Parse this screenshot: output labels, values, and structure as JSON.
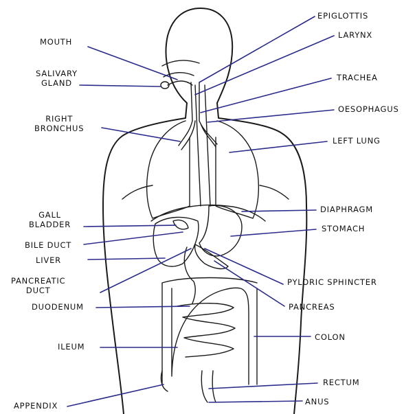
{
  "colors": {
    "ink": "#1a1a1a",
    "leader": "#2b2b8c",
    "background": "#ffffff"
  },
  "labels": {
    "epiglottis": "EPIGLOTTIS",
    "larynx": "LARYNX",
    "mouth": "MOUTH",
    "salivary_gland": "SALIVARY\nGLAND",
    "trachea": "TRACHEA",
    "oesophagus": "OESOPHAGUS",
    "right_bronchus": "RIGHT\nBRONCHUS",
    "left_lung": "LEFT LUNG",
    "gall_bladder": "GALL\nBLADDER",
    "diaphragm": "DIAPHRAGM",
    "stomach": "STOMACH",
    "bile_duct": "BILE DUCT",
    "liver": "LIVER",
    "pyloric_sphincter": "PYLORIC SPHINCTER",
    "pancreatic_duct": "PANCREATIC\nDUCT",
    "pancreas": "PANCREAS",
    "duodenum": "DUODENUM",
    "colon": "COLON",
    "ileum": "ILEUM",
    "rectum": "RECTUM",
    "appendix": "APPENDIX",
    "anus": "ANUS"
  }
}
